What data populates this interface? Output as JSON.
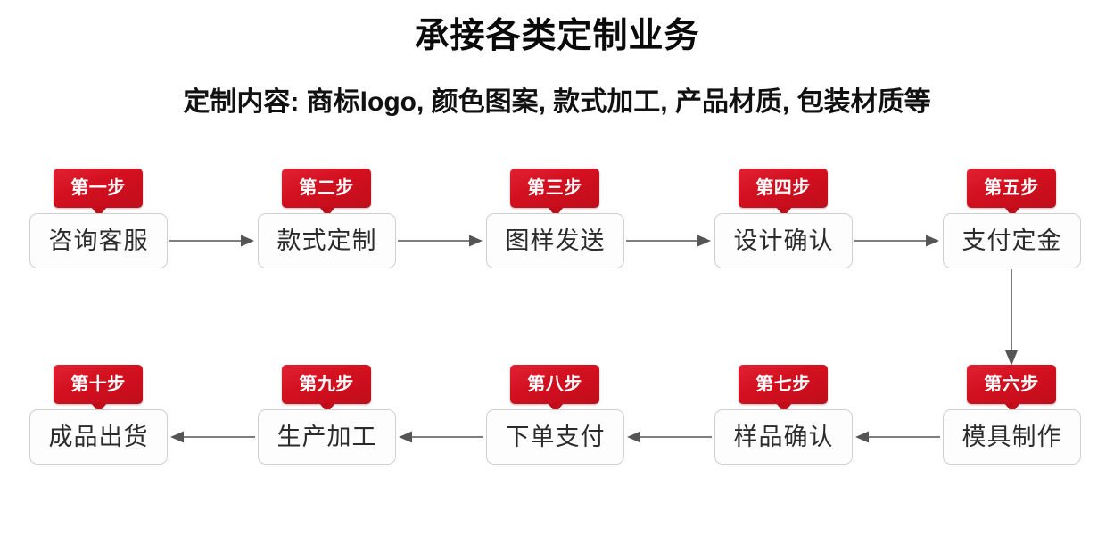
{
  "header": {
    "title": "承接各类定制业务",
    "subtitle": "定制内容: 商标logo, 颜色图案, 款式加工, 产品材质, 包装材质等"
  },
  "theme": {
    "badge_red": "#cc1122",
    "badge_red_dark": "#c00d1b",
    "box_border": "#cfcfcf",
    "box_bg": "#fdfdfd",
    "text_dark": "#2b2b2b",
    "arrow_gray": "#555555",
    "title_color": "#0a0a0a"
  },
  "flow": {
    "type": "process-flow",
    "direction_row1": "left-to-right",
    "direction_row2": "right-to-left",
    "steps": [
      {
        "badge": "第一步",
        "label": "咨询客服",
        "row": 1,
        "index": 1
      },
      {
        "badge": "第二步",
        "label": "款式定制",
        "row": 1,
        "index": 2
      },
      {
        "badge": "第三步",
        "label": "图样发送",
        "row": 1,
        "index": 3
      },
      {
        "badge": "第四步",
        "label": "设计确认",
        "row": 1,
        "index": 4
      },
      {
        "badge": "第五步",
        "label": "支付定金",
        "row": 1,
        "index": 5
      },
      {
        "badge": "第六步",
        "label": "模具制作",
        "row": 2,
        "index": 6
      },
      {
        "badge": "第七步",
        "label": "样品确认",
        "row": 2,
        "index": 7
      },
      {
        "badge": "第八步",
        "label": "下单支付",
        "row": 2,
        "index": 8
      },
      {
        "badge": "第九步",
        "label": "生产加工",
        "row": 2,
        "index": 9
      },
      {
        "badge": "第十步",
        "label": "成品出货",
        "row": 2,
        "index": 10
      }
    ],
    "connectors": [
      {
        "from": "第一步",
        "to": "第二步",
        "orientation": "horizontal",
        "arrow": "right"
      },
      {
        "from": "第二步",
        "to": "第三步",
        "orientation": "horizontal",
        "arrow": "right"
      },
      {
        "from": "第三步",
        "to": "第四步",
        "orientation": "horizontal",
        "arrow": "right"
      },
      {
        "from": "第四步",
        "to": "第五步",
        "orientation": "horizontal",
        "arrow": "right"
      },
      {
        "from": "第五步",
        "to": "第六步",
        "orientation": "vertical",
        "arrow": "down"
      },
      {
        "from": "第六步",
        "to": "第七步",
        "orientation": "horizontal",
        "arrow": "left"
      },
      {
        "from": "第七步",
        "to": "第八步",
        "orientation": "horizontal",
        "arrow": "left"
      },
      {
        "from": "第八步",
        "to": "第九步",
        "orientation": "horizontal",
        "arrow": "left"
      },
      {
        "from": "第九步",
        "to": "第十步",
        "orientation": "horizontal",
        "arrow": "left"
      }
    ]
  }
}
